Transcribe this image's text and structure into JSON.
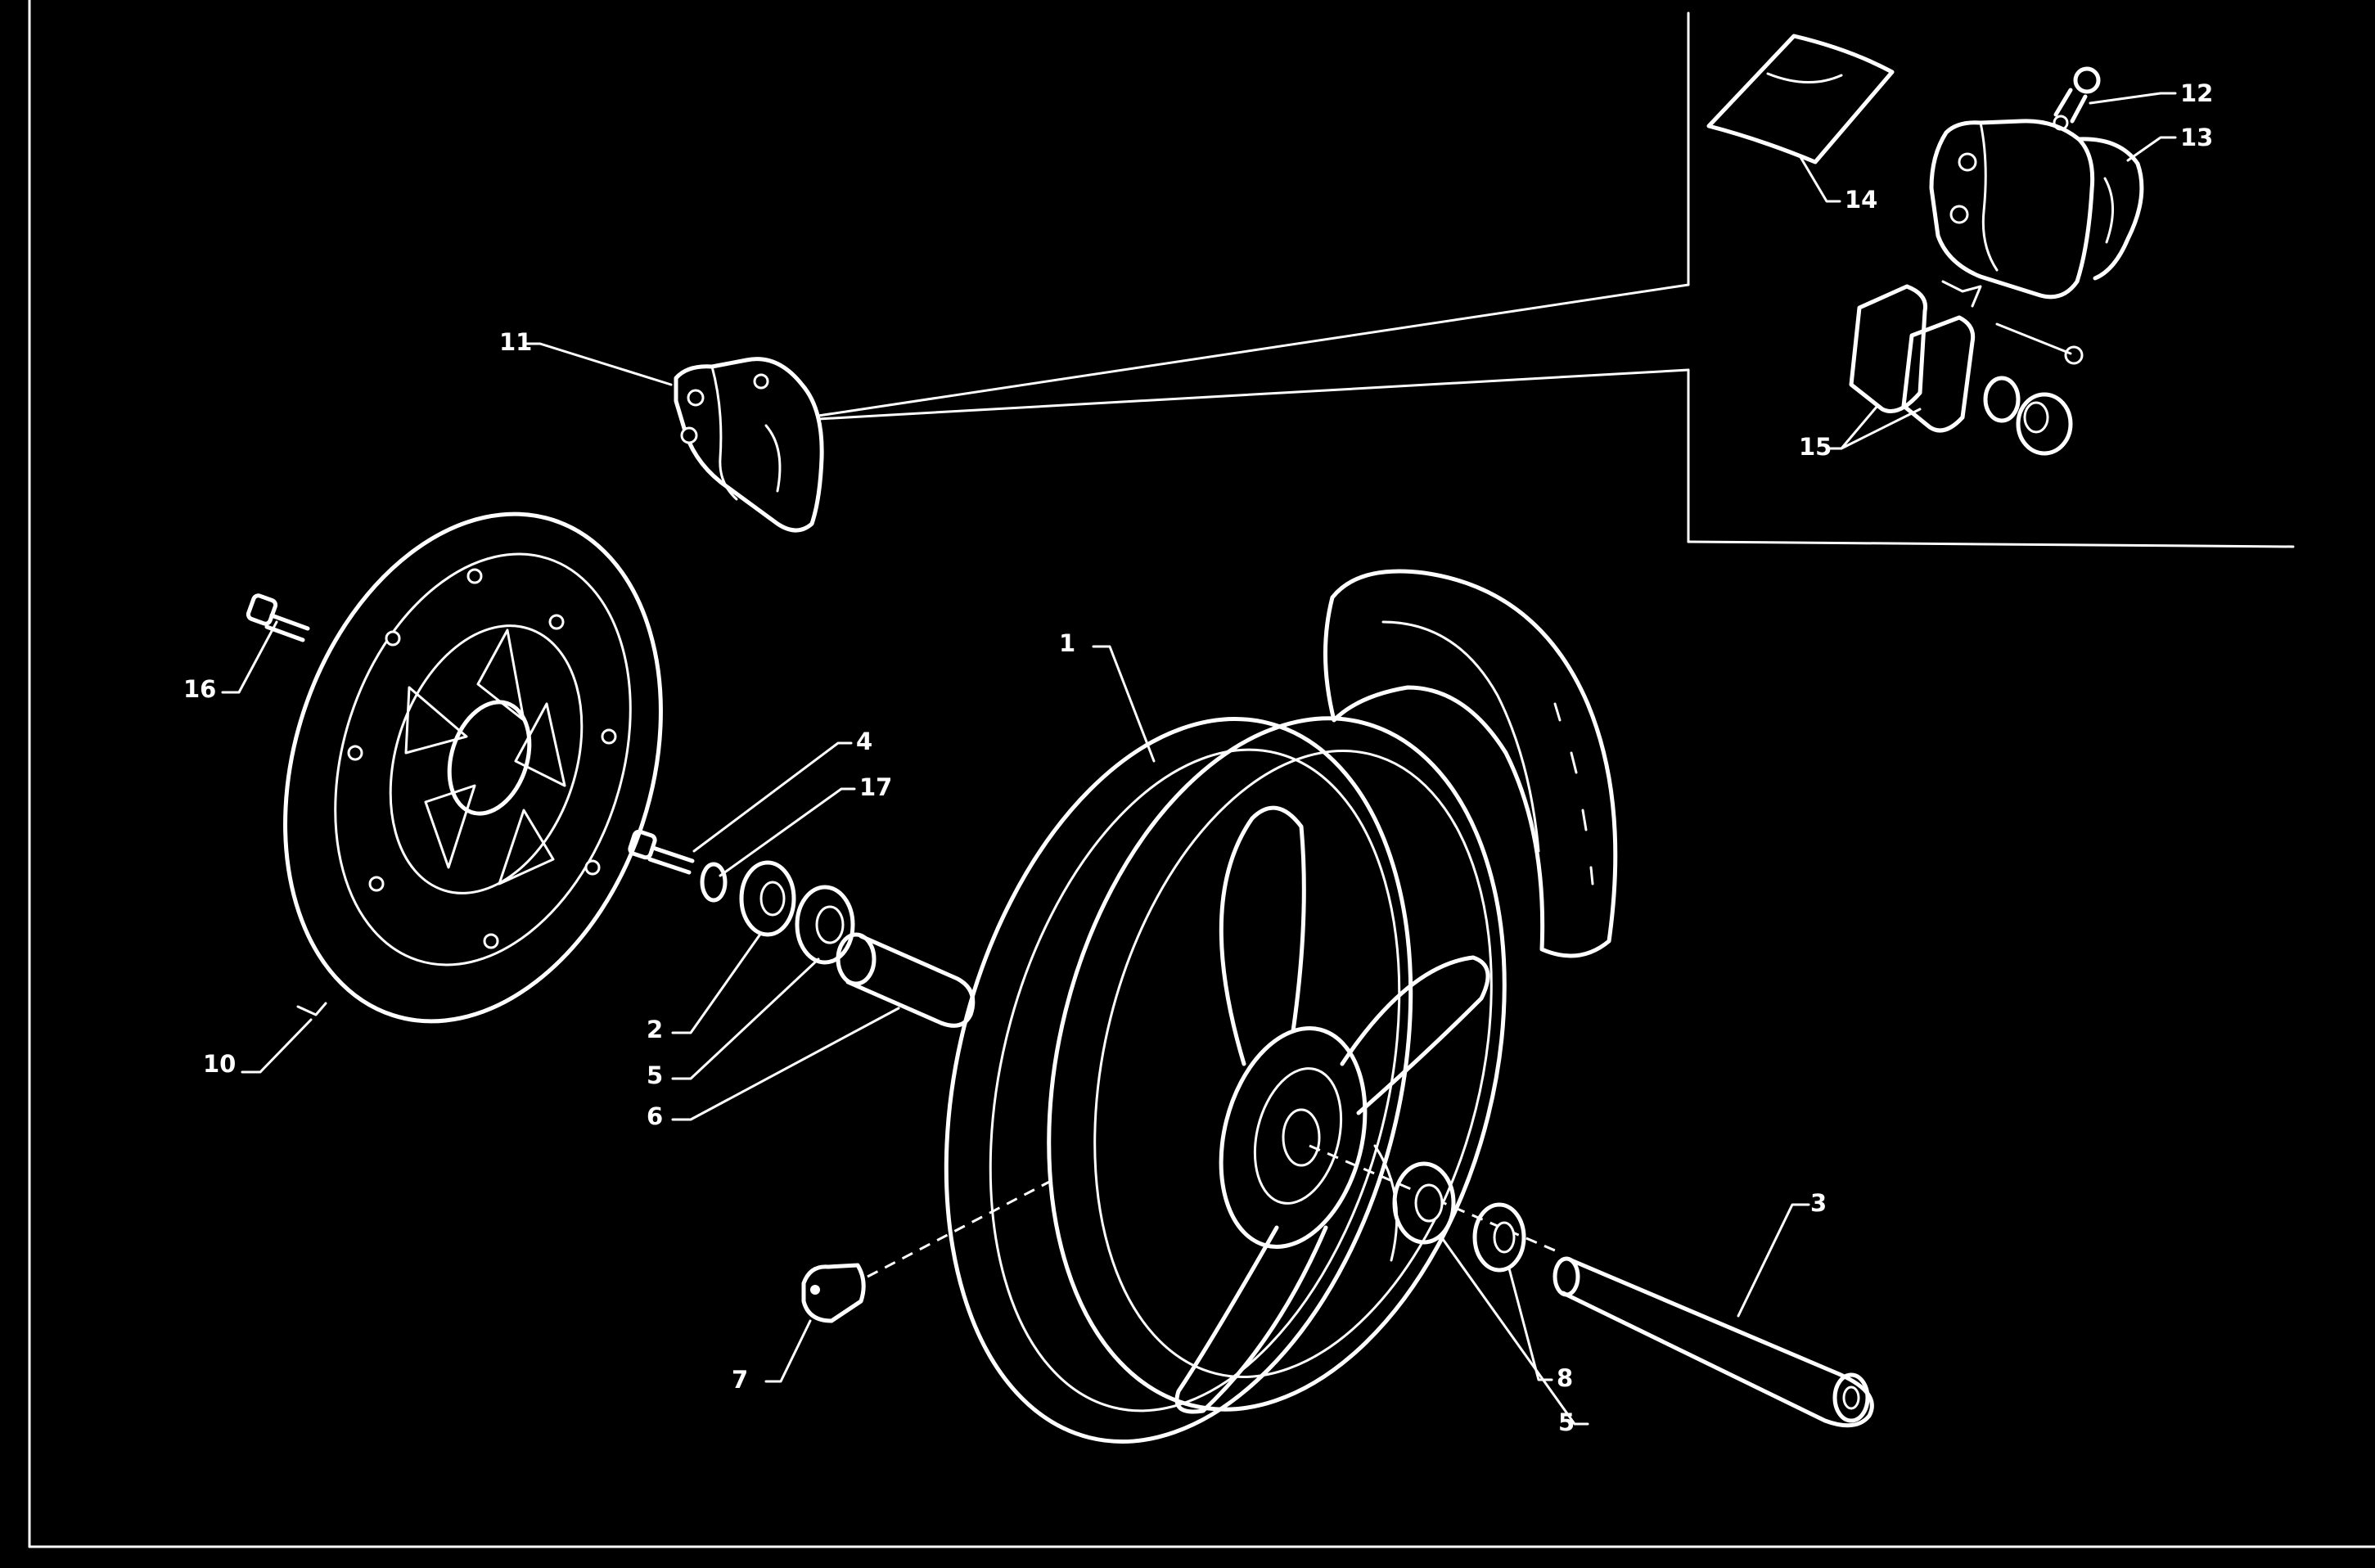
{
  "diagram": {
    "callouts": [
      {
        "id": "c1",
        "label": "1"
      },
      {
        "id": "c2",
        "label": "2"
      },
      {
        "id": "c3",
        "label": "3"
      },
      {
        "id": "c4",
        "label": "4"
      },
      {
        "id": "c5a",
        "label": "5"
      },
      {
        "id": "c5b",
        "label": "5"
      },
      {
        "id": "c6",
        "label": "6"
      },
      {
        "id": "c7",
        "label": "7"
      },
      {
        "id": "c8",
        "label": "8"
      },
      {
        "id": "c10",
        "label": "10"
      },
      {
        "id": "c11",
        "label": "11"
      },
      {
        "id": "c12",
        "label": "12"
      },
      {
        "id": "c13",
        "label": "13"
      },
      {
        "id": "c14",
        "label": "14"
      },
      {
        "id": "c15",
        "label": "15"
      },
      {
        "id": "c16",
        "label": "16"
      },
      {
        "id": "c17",
        "label": "17"
      }
    ]
  },
  "colors": {
    "background": "#000000",
    "ink": "#ffffff"
  }
}
